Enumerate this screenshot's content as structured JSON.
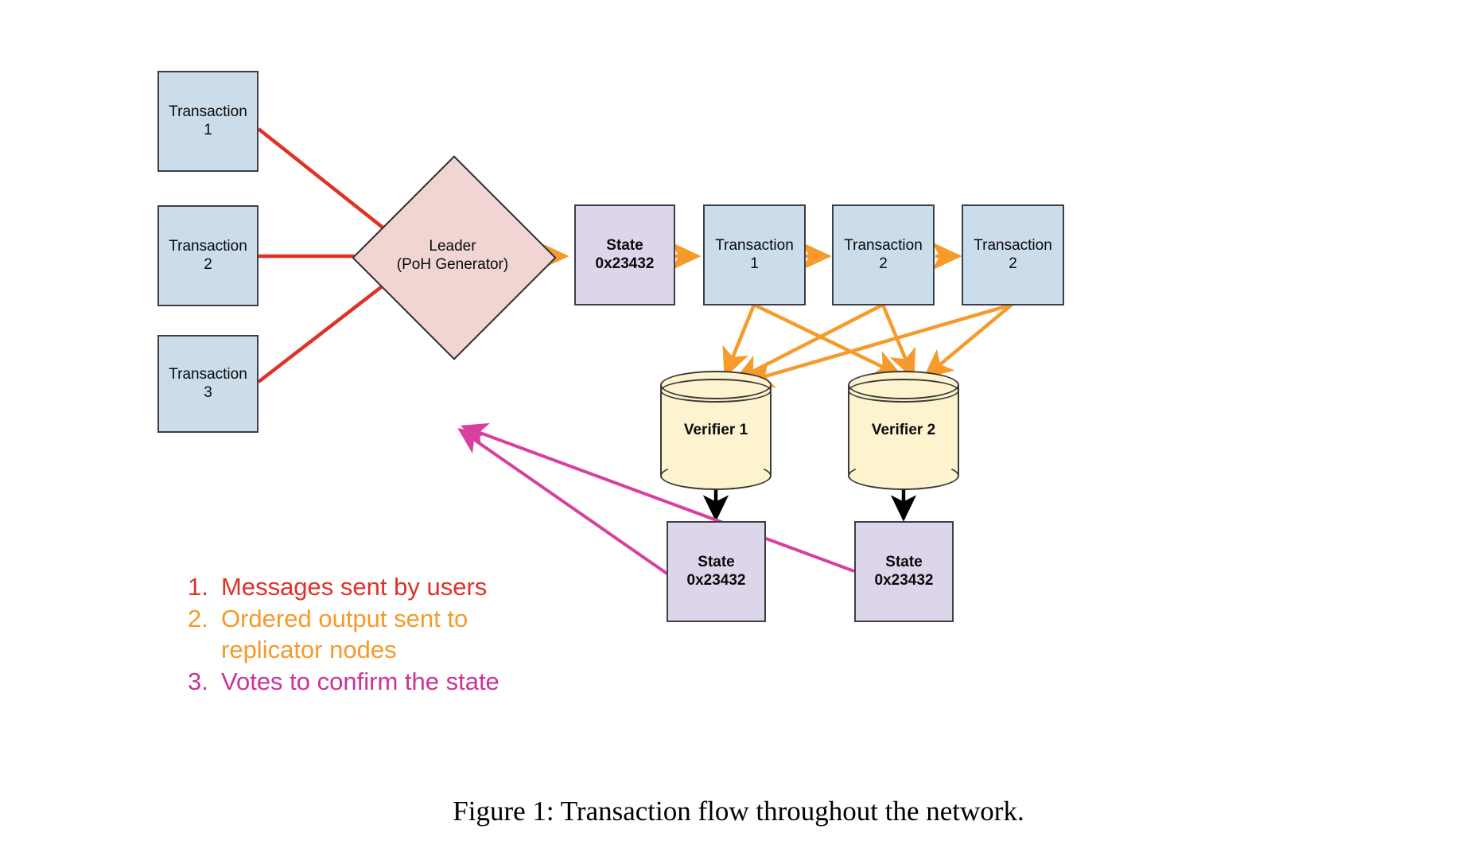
{
  "figure": {
    "caption": "Figure 1: Transaction flow throughout the network."
  },
  "palette": {
    "transaction_fill": "#cbdcea",
    "state_fill": "#ddd5e9",
    "leader_fill": "#f0d5d2",
    "verifier_fill": "#fdf3cf",
    "node_stroke": "#3a3f48",
    "arrow_messages": "#e03127",
    "arrow_ordered_output": "#f59a2b",
    "arrow_votes": "#d93fa0",
    "arrow_commit": "#000000",
    "background": "#ffffff"
  },
  "inputs": {
    "transactions": [
      {
        "title": "Transaction",
        "number": "1",
        "label": "Transaction\n1"
      },
      {
        "title": "Transaction",
        "number": "2",
        "label": "Transaction\n2"
      },
      {
        "title": "Transaction",
        "number": "3",
        "label": "Transaction\n3"
      }
    ]
  },
  "leader": {
    "line1": "Leader",
    "line2": "(PoH Generator)",
    "label": "Leader\n(PoH Generator)"
  },
  "ledger": {
    "state": {
      "title": "State",
      "hash": "0x23432",
      "label": "State\n0x23432"
    },
    "entries": [
      {
        "title": "Transaction",
        "number": "1",
        "label": "Transaction\n1"
      },
      {
        "title": "Transaction",
        "number": "2",
        "label": "Transaction\n2"
      },
      {
        "title": "Transaction",
        "number": "2",
        "label": "Transaction\n2"
      }
    ]
  },
  "verifiers": [
    {
      "label": "Verifier 1"
    },
    {
      "label": "Verifier 2"
    }
  ],
  "verified_states": [
    {
      "title": "State",
      "hash": "0x23432",
      "label": "State\n0x23432"
    },
    {
      "title": "State",
      "hash": "0x23432",
      "label": "State\n0x23432"
    }
  ],
  "legend": {
    "items": [
      {
        "number": "1.",
        "text": "Messages sent by users",
        "color": "#e03127"
      },
      {
        "number": "2.",
        "text": "Ordered output sent to\nreplicator nodes",
        "color": "#f59a2b"
      },
      {
        "number": "3.",
        "text": "Votes to confirm the state",
        "color": "#c9349a"
      }
    ]
  }
}
